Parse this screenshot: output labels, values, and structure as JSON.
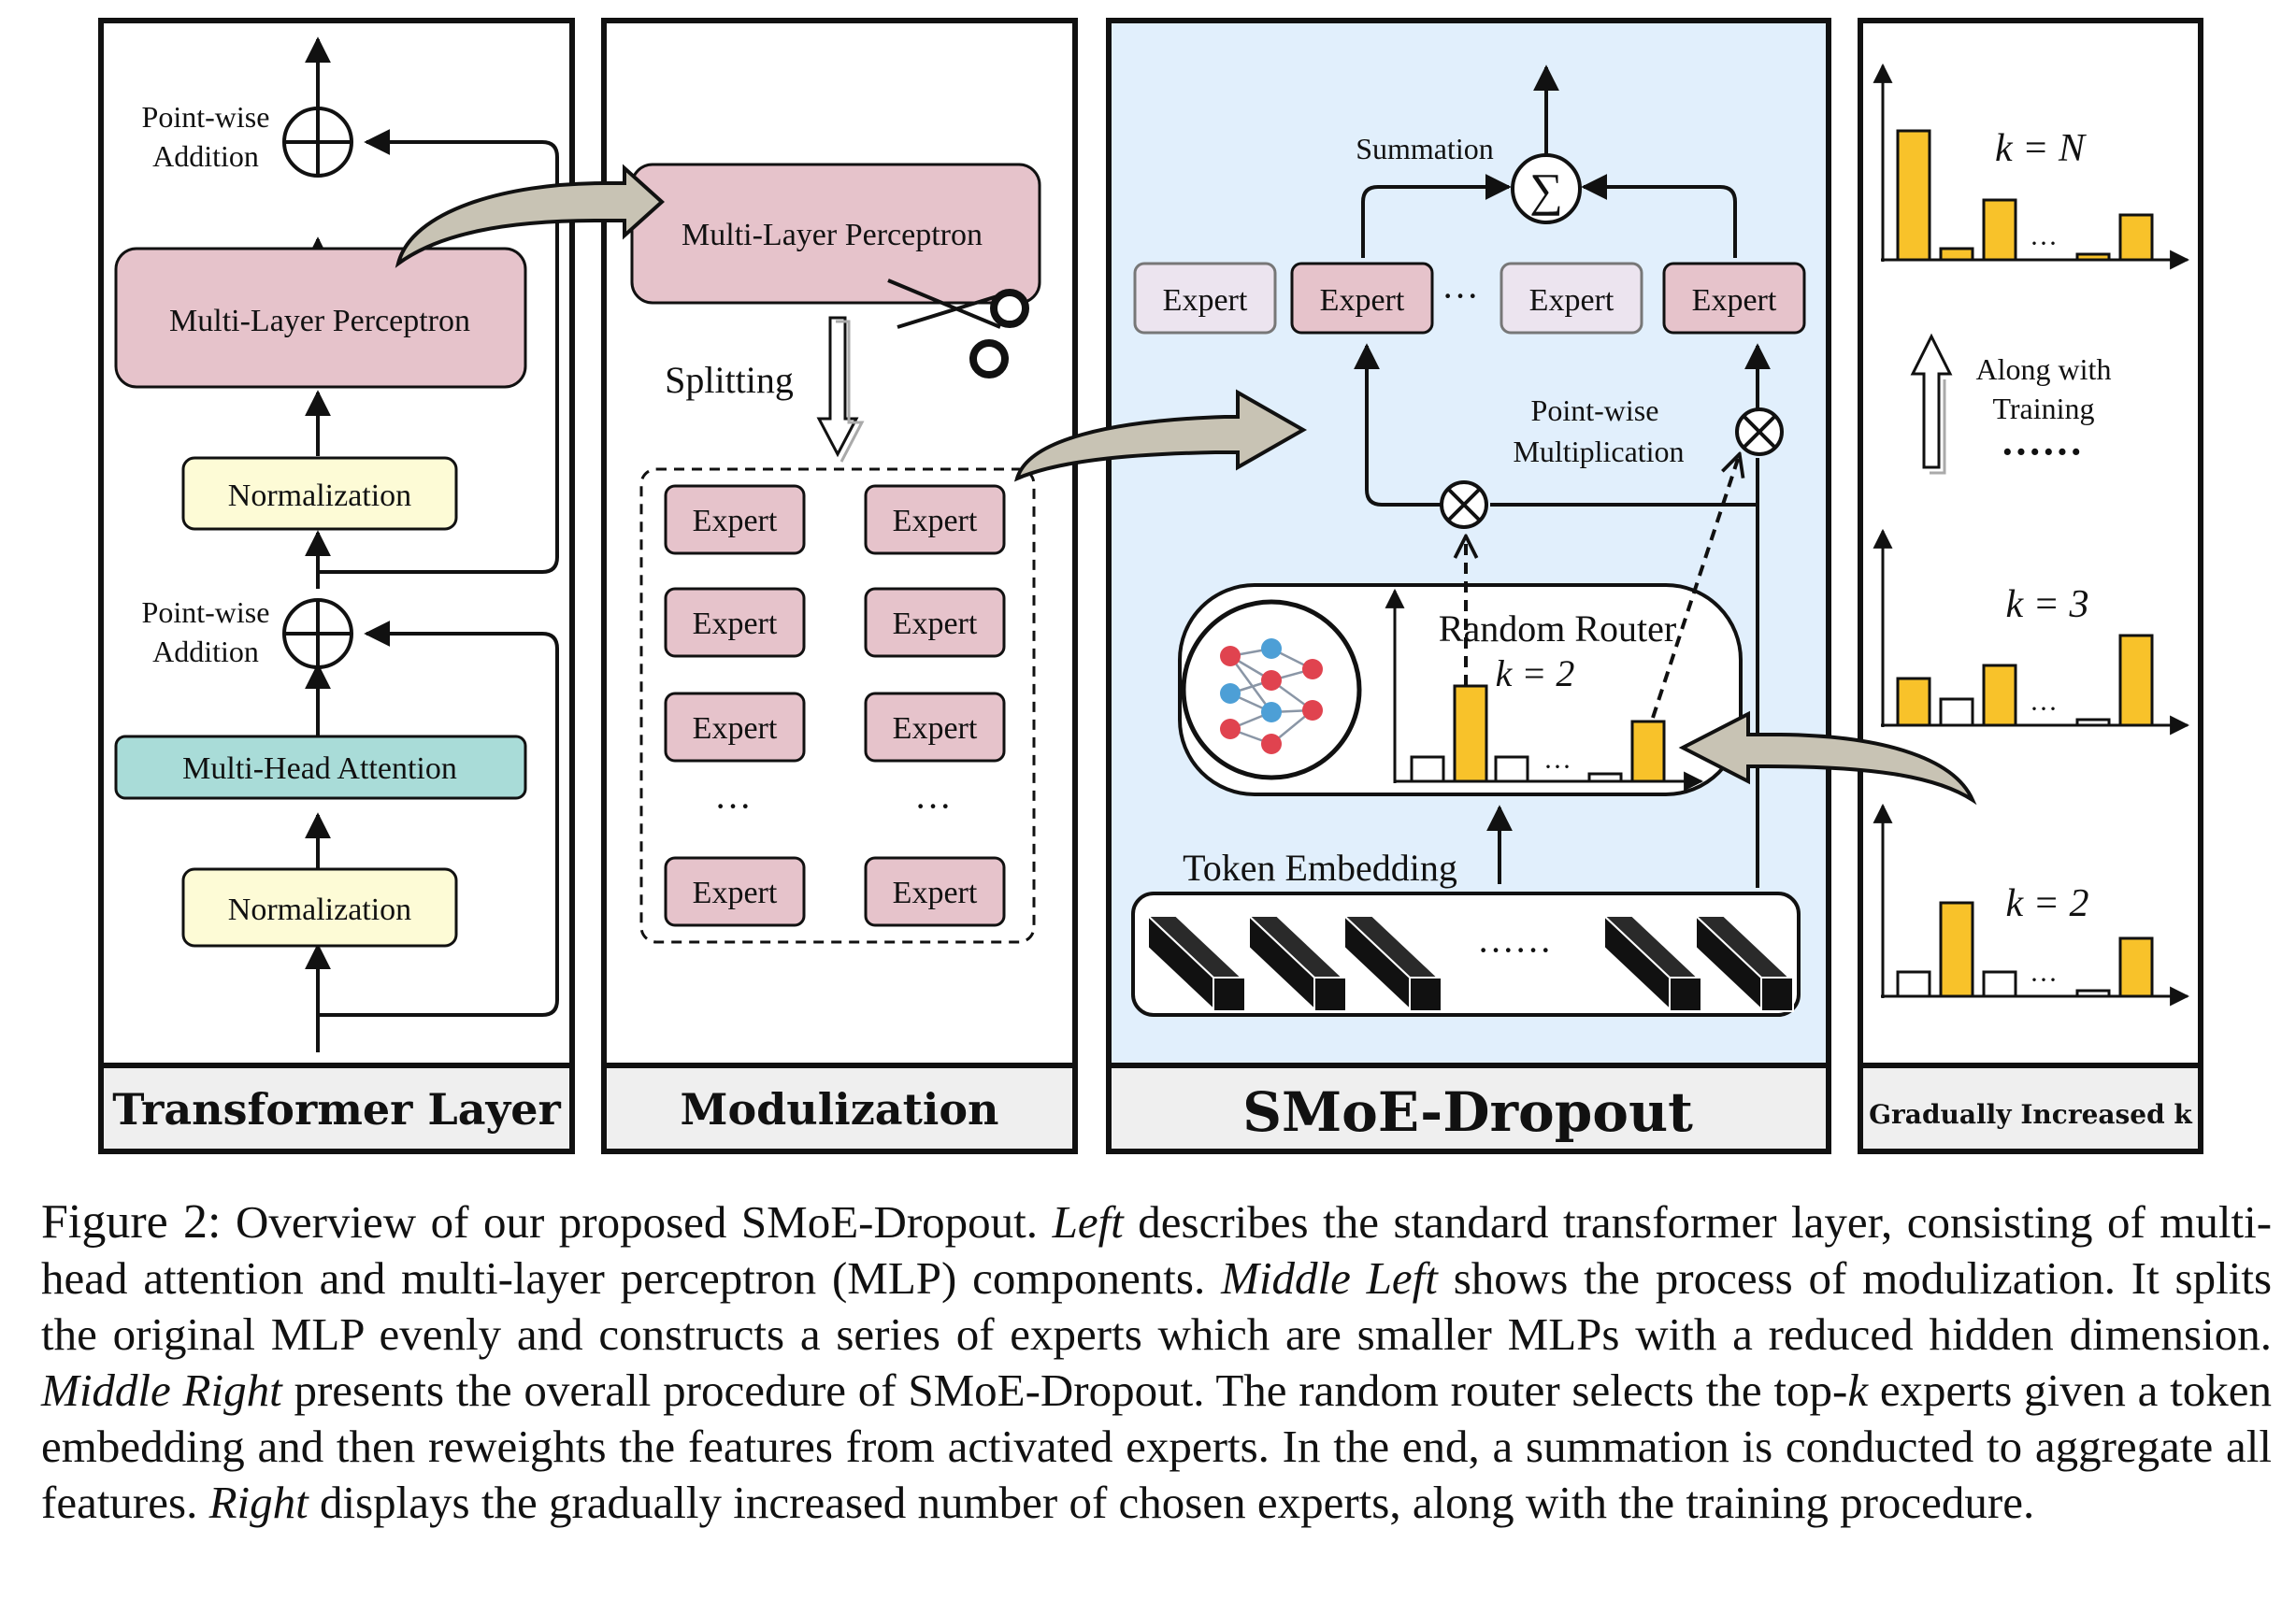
{
  "panels": {
    "transformer": {
      "title": "Transformer Layer",
      "pointwise_addition_top": [
        "Point-wise",
        "Addition"
      ],
      "mlp": "Multi-Layer Perceptron",
      "norm_top": "Normalization",
      "pointwise_addition_bottom": [
        "Point-wise",
        "Addition"
      ],
      "mha": "Multi-Head Attention",
      "norm_bottom": "Normalization"
    },
    "modulization": {
      "title": "Modulization",
      "mlp": "Multi-Layer Perceptron",
      "splitting": "Splitting",
      "expert_label": "Expert",
      "ellipsis": "···"
    },
    "smoe": {
      "title": "SMoE-Dropout",
      "summation": "Summation",
      "sigma": "∑",
      "expert_label": "Expert",
      "ellipsis": "···",
      "pointwise_mult": [
        "Point-wise",
        "Multiplication"
      ],
      "random_router": "Random Router",
      "router_k": "k = 2",
      "bar_ellipsis": "···",
      "token_embedding": "Token Embedding",
      "token_ellipsis": "······"
    },
    "gradual": {
      "title": "Gradually Increased k",
      "k_top": "k = N",
      "k_mid": "k = 3",
      "k_bot": "k = 2",
      "along": [
        "Along with",
        "Training"
      ],
      "dots": "······",
      "bar_ellipsis": "···"
    }
  },
  "colors": {
    "mlp": "#e6c3cb",
    "expert": "#e6c3cb",
    "expert_inactive": "#ece4ef",
    "norm": "#fdfbd6",
    "mha": "#a9dcd8",
    "smoe_bg": "#e1effc",
    "title_bg": "#efefef",
    "bar_active": "#f8c22a",
    "curved_arrow": "#c8c3b4"
  },
  "caption": {
    "fig_label": "Figure 2:",
    "s1": "Overview of our proposed SMoE-Dropout.",
    "left_label": "Left",
    "s2": "describes the standard transformer layer, consisting of multi-head attention and multi-layer perceptron (MLP) components.",
    "middle_left_label": "Middle Left",
    "s3": "shows the process of modulization. It splits the original MLP evenly and constructs a series of experts which are smaller MLPs with a reduced hidden dimension.",
    "middle_right_label": "Middle Right",
    "s4": "presents the overall procedure of SMoE-Dropout. The random router selects the top-",
    "k_var": "k",
    "s5": "experts given a token embedding and then reweights the features from activated experts. In the end, a summation is conducted to aggregate all features.",
    "right_label": "Right",
    "s6": "displays the gradually increased number of chosen experts, along with the training procedure."
  }
}
